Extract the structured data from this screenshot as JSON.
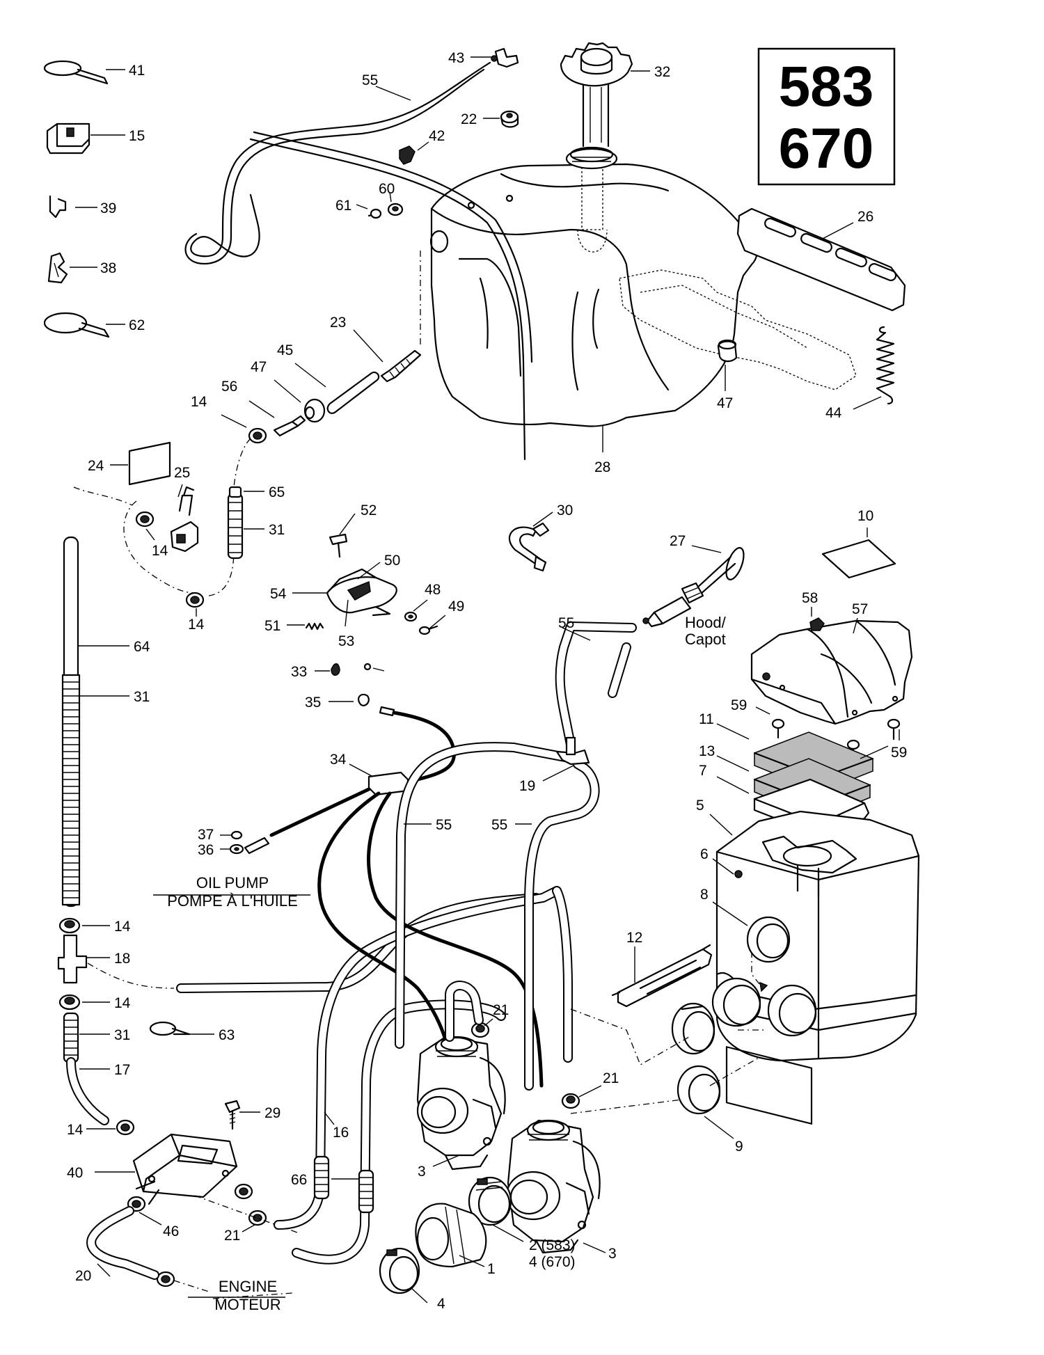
{
  "model_box": {
    "line1": "583",
    "line2": "670"
  },
  "notes": {
    "hood_line1": "Hood/",
    "hood_line2": "Capot",
    "oil_pump_line1": "OIL PUMP",
    "oil_pump_line2": "POMPE À L'HUILE",
    "engine_line1": "ENGINE",
    "engine_line2": "MOTEUR"
  },
  "callouts": [
    {
      "text": "41"
    },
    {
      "text": "15"
    },
    {
      "text": "39"
    },
    {
      "text": "38"
    },
    {
      "text": "62"
    },
    {
      "text": "43"
    },
    {
      "text": "55"
    },
    {
      "text": "22"
    },
    {
      "text": "42"
    },
    {
      "text": "32"
    },
    {
      "text": "60"
    },
    {
      "text": "61"
    },
    {
      "text": "26"
    },
    {
      "text": "23"
    },
    {
      "text": "45"
    },
    {
      "text": "47"
    },
    {
      "text": "56"
    },
    {
      "text": "14"
    },
    {
      "text": "47"
    },
    {
      "text": "44"
    },
    {
      "text": "28"
    },
    {
      "text": "24"
    },
    {
      "text": "25"
    },
    {
      "text": "65"
    },
    {
      "text": "31"
    },
    {
      "text": "14"
    },
    {
      "text": "30"
    },
    {
      "text": "10"
    },
    {
      "text": "52"
    },
    {
      "text": "27"
    },
    {
      "text": "50"
    },
    {
      "text": "54"
    },
    {
      "text": "48"
    },
    {
      "text": "49"
    },
    {
      "text": "51"
    },
    {
      "text": "53"
    },
    {
      "text": "14"
    },
    {
      "text": "58"
    },
    {
      "text": "57"
    },
    {
      "text": "55"
    },
    {
      "text": "64"
    },
    {
      "text": "33"
    },
    {
      "text": "59"
    },
    {
      "text": "31"
    },
    {
      "text": "35"
    },
    {
      "text": "11"
    },
    {
      "text": "13"
    },
    {
      "text": "59"
    },
    {
      "text": "34"
    },
    {
      "text": "7"
    },
    {
      "text": "19"
    },
    {
      "text": "5"
    },
    {
      "text": "55"
    },
    {
      "text": "55"
    },
    {
      "text": "37"
    },
    {
      "text": "36"
    },
    {
      "text": "6"
    },
    {
      "text": "8"
    },
    {
      "text": "14"
    },
    {
      "text": "12"
    },
    {
      "text": "18"
    },
    {
      "text": "14"
    },
    {
      "text": "31"
    },
    {
      "text": "63"
    },
    {
      "text": "21"
    },
    {
      "text": "17"
    },
    {
      "text": "21"
    },
    {
      "text": "29"
    },
    {
      "text": "14"
    },
    {
      "text": "16"
    },
    {
      "text": "9"
    },
    {
      "text": "40"
    },
    {
      "text": "3"
    },
    {
      "text": "66"
    },
    {
      "text": "46"
    },
    {
      "text": "21"
    },
    {
      "text": "2 (583)"
    },
    {
      "text": "4 (670)"
    },
    {
      "text": "3"
    },
    {
      "text": "20"
    },
    {
      "text": "1"
    },
    {
      "text": "4"
    }
  ]
}
